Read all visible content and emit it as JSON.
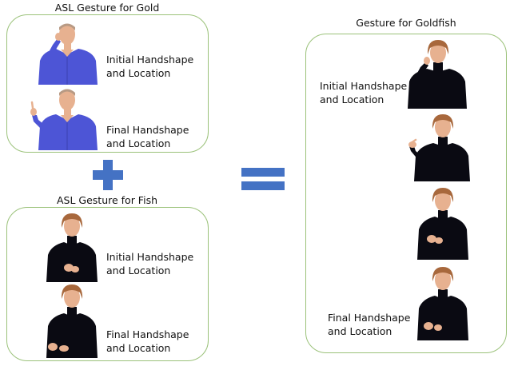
{
  "colors": {
    "panel_border": "#9bc27a",
    "operator": "#4472c4",
    "text": "#111111",
    "man_shirt": "#4d55d6",
    "woman_top": "#0a0a12",
    "skin": "#e7b190",
    "woman_hair": "#a8683c"
  },
  "gold_panel": {
    "title": "ASL Gesture for Gold",
    "frames": [
      {
        "caption_line1": "Initial Handshape",
        "caption_line2": "and Location"
      },
      {
        "caption_line1": "Final Handshape",
        "caption_line2": "and Location"
      }
    ]
  },
  "fish_panel": {
    "title": "ASL Gesture for Fish",
    "frames": [
      {
        "caption_line1": "Initial Handshape",
        "caption_line2": "and Location"
      },
      {
        "caption_line1": "Final Handshape",
        "caption_line2": "and Location"
      }
    ]
  },
  "goldfish_panel": {
    "title": "Gesture for Goldfish",
    "frames": [
      {
        "caption_line1": "Initial Handshape",
        "caption_line2": "and Location"
      },
      {
        "caption_line1": "",
        "caption_line2": ""
      },
      {
        "caption_line1": "",
        "caption_line2": ""
      },
      {
        "caption_line1": "Final Handshape",
        "caption_line2": "and Location"
      }
    ]
  },
  "operators": {
    "plus": "plus-sign",
    "equals": "equals-sign"
  }
}
